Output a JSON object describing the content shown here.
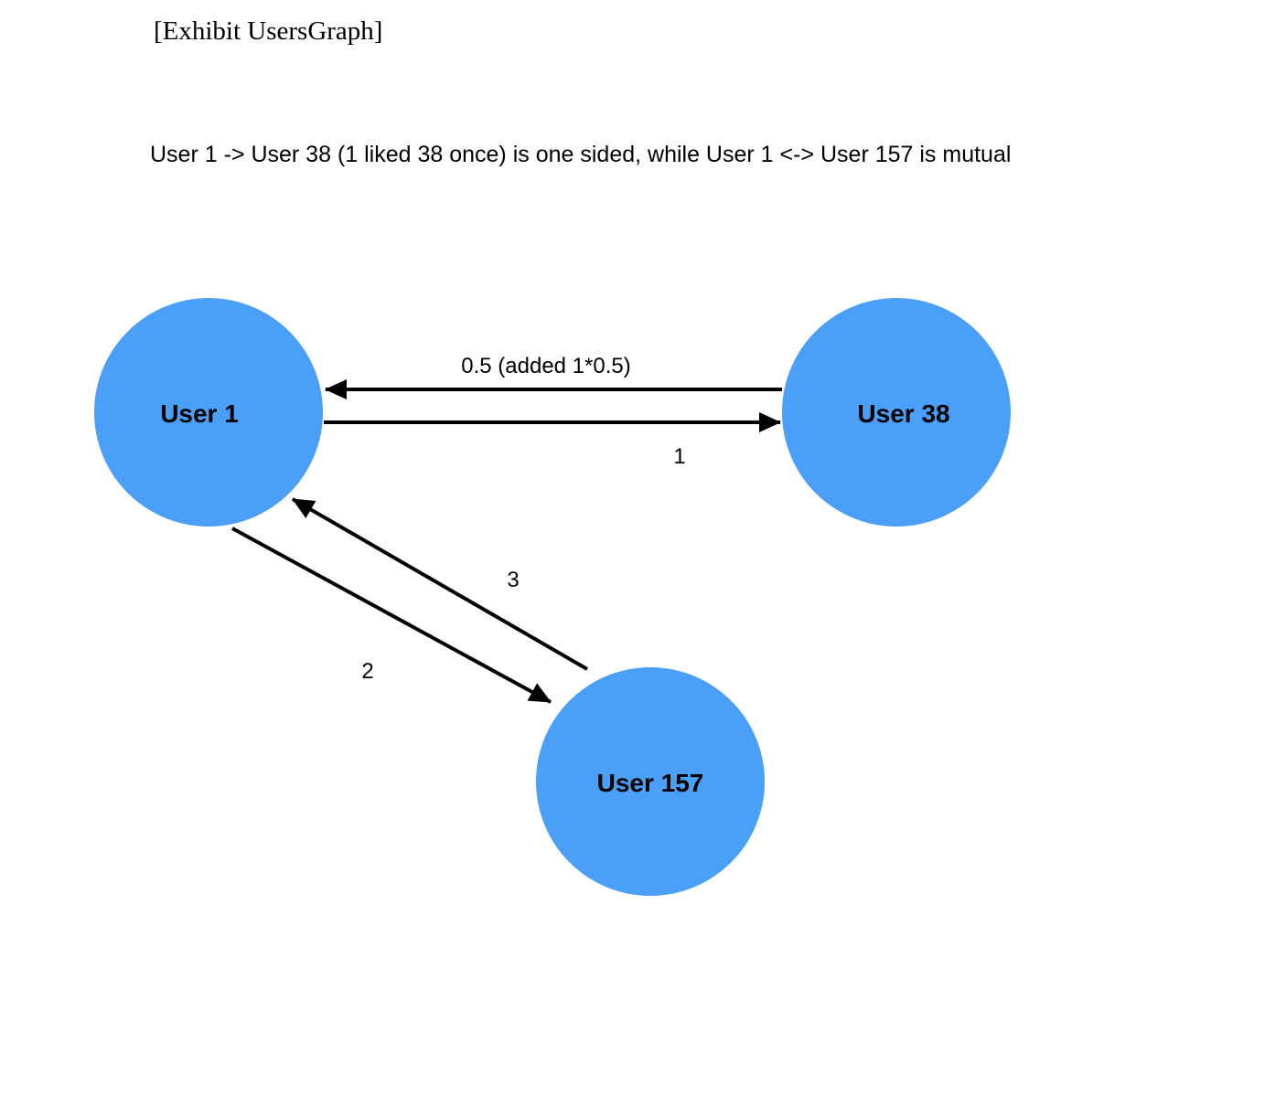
{
  "exhibit_title": "[Exhibit UsersGraph]",
  "caption": "User 1 -> User 38 (1 liked 38 once) is one sided, while User 1 <-> User 157 is mutual",
  "node_color": "#4A9FF8",
  "edge_color": "#000000",
  "nodes": {
    "user1": {
      "label": "User 1"
    },
    "user38": {
      "label": "User 38"
    },
    "user157": {
      "label": "User 157"
    }
  },
  "edges": {
    "user38_to_user1": {
      "from": "User 38",
      "to": "User 1",
      "label": "0.5 (added 1*0.5)"
    },
    "user1_to_user38": {
      "from": "User 1",
      "to": "User 38",
      "label": "1"
    },
    "user157_to_user1": {
      "from": "User 157",
      "to": "User 1",
      "label": "3"
    },
    "user1_to_user157": {
      "from": "User 1",
      "to": "User 157",
      "label": "2"
    }
  }
}
